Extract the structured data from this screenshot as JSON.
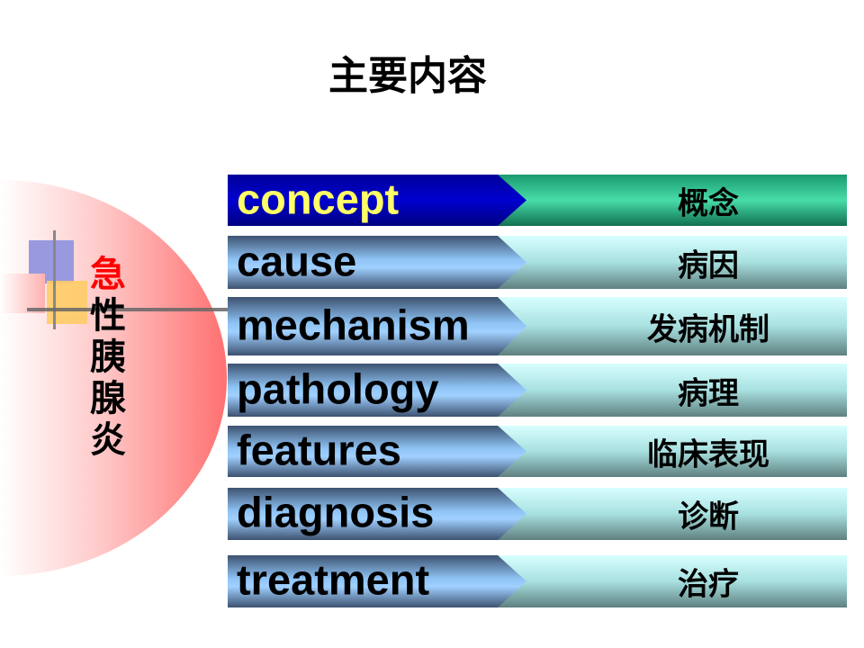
{
  "title": "主要内容",
  "side_title": [
    "急",
    "性",
    "胰",
    "腺",
    "炎"
  ],
  "rows": [
    {
      "en": "concept",
      "zh": "概念",
      "active": true
    },
    {
      "en": "cause",
      "zh": "病因"
    },
    {
      "en": "mechanism",
      "zh": "发病机制"
    },
    {
      "en": "pathology",
      "zh": "病理"
    },
    {
      "en": "features",
      "zh": "临床表现"
    },
    {
      "en": "diagnosis",
      "zh": "诊断"
    },
    {
      "en": "treatment",
      "zh": "治疗"
    }
  ],
  "colors": {
    "side_first_char": "#ff0000",
    "active_text": "#ffff66"
  }
}
